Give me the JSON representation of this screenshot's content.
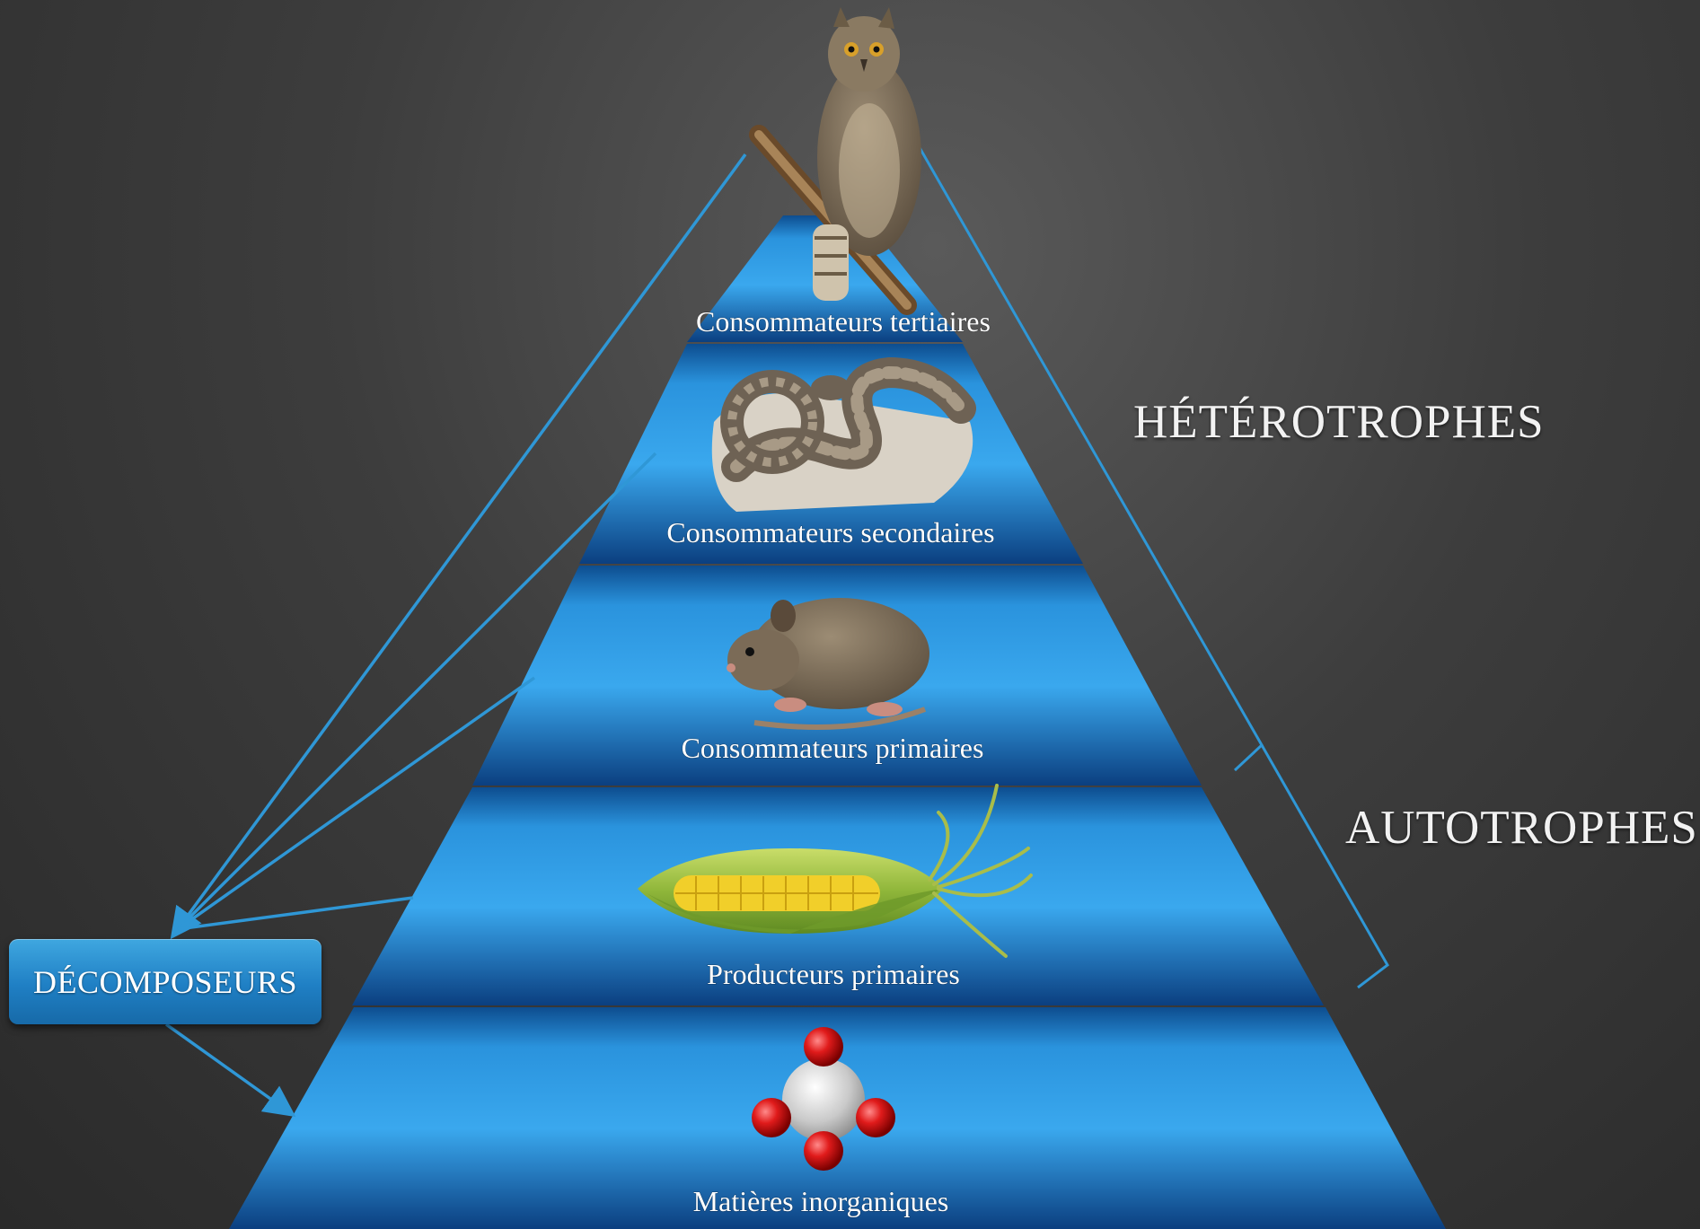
{
  "diagram": {
    "levels": [
      {
        "id": "tertiary",
        "label": "Consommateurs tertiaires",
        "icon": "owl-icon"
      },
      {
        "id": "secondary",
        "label": "Consommateurs secondaires",
        "icon": "snake-icon"
      },
      {
        "id": "primary",
        "label": "Consommateurs primaires",
        "icon": "rat-icon"
      },
      {
        "id": "producers",
        "label": "Producteurs primaires",
        "icon": "corn-icon"
      },
      {
        "id": "inorganic",
        "label": "Matières inorganiques",
        "icon": "molecule-icon"
      }
    ],
    "groups": {
      "heterotrophes": "HÉTÉROTROPHES",
      "autotrophes": "AUTOTROPHES"
    },
    "decomposers": {
      "label": "DÉCOMPOSEURS"
    },
    "colors": {
      "tier_light": "#3aa6ec",
      "tier_dark": "#0b3f80",
      "arrow": "#2f97d6",
      "background": "#3d3d3d",
      "text": "#ffffff"
    }
  }
}
